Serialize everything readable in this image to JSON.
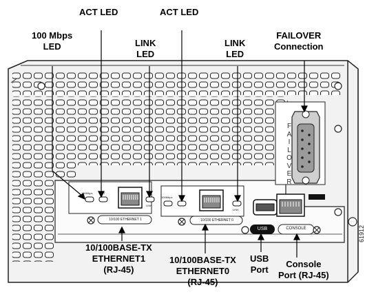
{
  "callouts": {
    "act_led_1": "ACT LED",
    "act_led_2": "ACT LED",
    "mbps_led": [
      "100 Mbps",
      "LED"
    ],
    "link_led_1": [
      "LINK",
      "LED"
    ],
    "link_led_2": [
      "LINK",
      "LED"
    ],
    "failover": [
      "FAILOVER",
      "Connection"
    ],
    "eth1": [
      "10/100BASE-TX",
      "ETHERNET1",
      "(RJ-45)"
    ],
    "eth0": [
      "10/100BASE-TX",
      "ETHERNET0",
      "(RJ-45)"
    ],
    "usb": [
      "USB",
      "Port"
    ],
    "console": [
      "Console",
      "Port (RJ-45)"
    ]
  },
  "panel": {
    "failover_vertical": [
      "F",
      "A",
      "I",
      "L",
      "O",
      "V",
      "E",
      "R"
    ],
    "eth1_plate": "10/100 ETHERNET 1",
    "eth0_plate": "10/100 ETHERNET 0",
    "usb_plate": "USB",
    "console_plate": "CONSOLE",
    "led_100mbps": "100Mbps",
    "led_act": "ACT",
    "led_link": "LINK",
    "figure_number": "61912"
  }
}
